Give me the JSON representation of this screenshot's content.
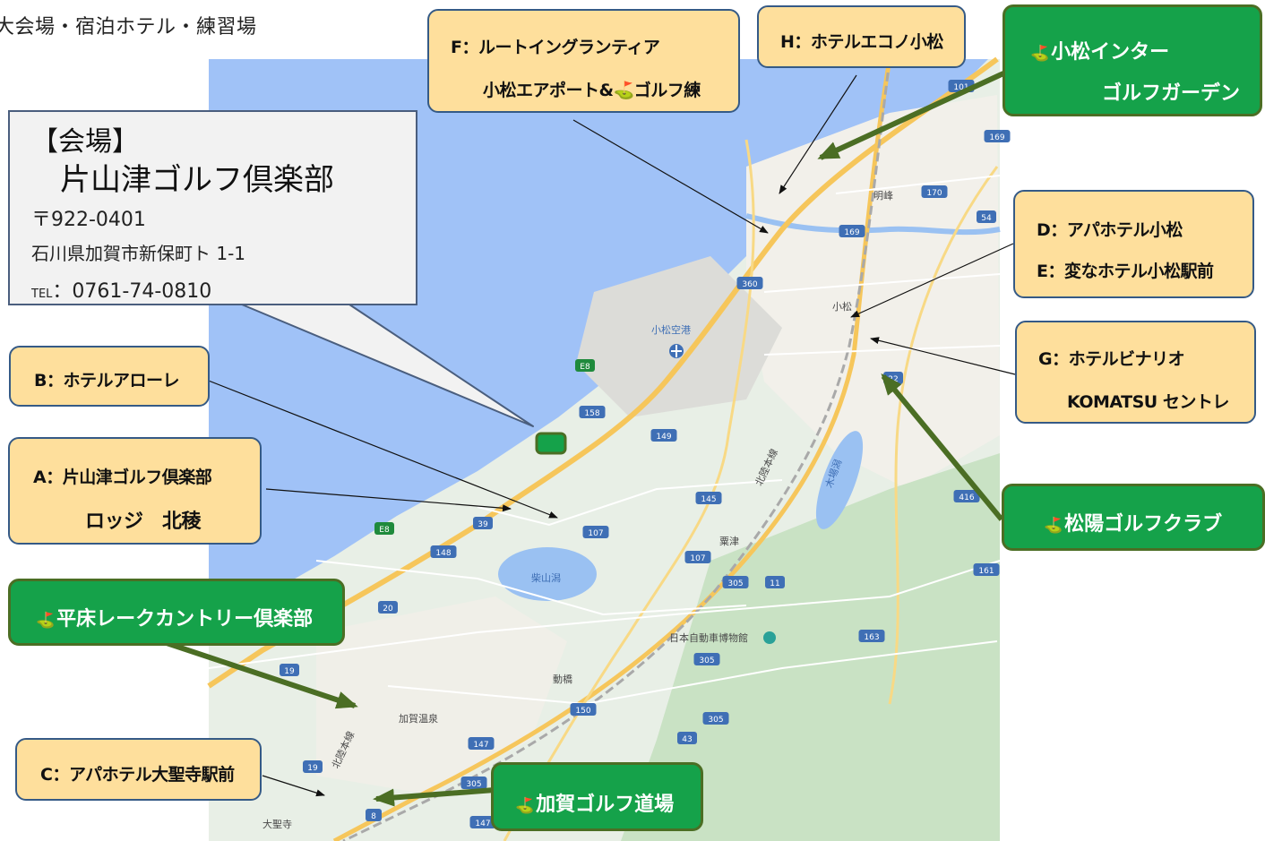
{
  "page_title": "大会場・宿泊ホテル・練習場",
  "venue": {
    "heading": "【会場】",
    "name": "片山津ゴルフ倶楽部",
    "postal": "〒922-0401",
    "address": "石川県加賀市新保町ト 1-1",
    "tel_label": "TEL",
    "tel_number": "：0761-74-0810"
  },
  "hotels": {
    "a": [
      "A：片山津ゴルフ倶楽部",
      "ロッジ　北稜"
    ],
    "b": [
      "B：ホテルアローレ"
    ],
    "c": [
      "C：アパホテル大聖寺駅前"
    ],
    "de": [
      "D：アパホテル小松",
      "E：変なホテル小松駅前"
    ],
    "f": [
      "F：ルートイングランティア",
      "小松エアポート&⛳ゴルフ練"
    ],
    "g": [
      "G：ホテルビナリオ",
      "KOMATSU セントレ"
    ],
    "h": [
      "H：ホテルエコノ小松"
    ]
  },
  "golf": {
    "flag_glyph": "⛳",
    "komatsu_inter": [
      "小松インター",
      "ゴルフガーデン"
    ],
    "shoyo": "松陽ゴルフクラブ",
    "hiradoko": "平床レークカントリー倶楽部",
    "kaga": "加賀ゴルフ道場"
  },
  "map": {
    "places": {
      "airport": "小松空港",
      "komatsu": "小松",
      "meiho": "明峰",
      "shibayamagata": "柴山潟",
      "kibagata": "木場潟",
      "awazu": "粟津",
      "museum": "日本自動車博物館",
      "doubashi": "動橋",
      "kaga_onsen": "加賀温泉",
      "daishoji": "大聖寺",
      "hokuriku_line_1": "北陸本線",
      "hokuriku_line_2": "北陸本線"
    },
    "route_markers": [
      "101",
      "169",
      "170",
      "54",
      "169",
      "360",
      "E8",
      "158",
      "149",
      "39",
      "E8",
      "145",
      "107",
      "107",
      "148",
      "20",
      "11",
      "305",
      "305",
      "305",
      "163",
      "161",
      "416",
      "22",
      "19",
      "150",
      "147",
      "19",
      "305",
      "147",
      "8",
      "43"
    ],
    "colors": {
      "sea": "#a0c2f7",
      "land": "#e8efe6",
      "forest": "#c9e2c4",
      "urban": "#f2f0ea",
      "water": "#9ac1f2",
      "highway": "#f6c65b",
      "rail": "#a9a9a9",
      "marker_blue": "#3f6fb5",
      "label_fill": "#fedf9c",
      "golf_fill": "#15a24a",
      "golf_arrow": "#4b6e24"
    }
  }
}
